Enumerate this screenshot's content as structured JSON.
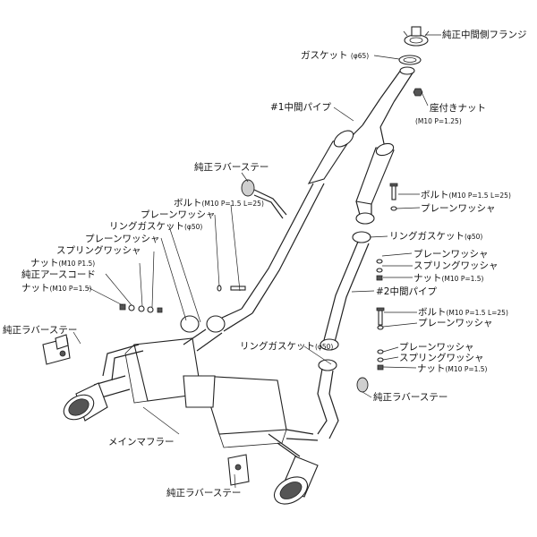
{
  "labels": {
    "flange": "純正中間側フランジ",
    "gasket65_name": "ガスケット",
    "gasket65_spec": "(φ65)",
    "seat_nut_name": "座付きナット",
    "seat_nut_spec": "(M10 P=1.25)",
    "pipe1": "#1中間パイプ",
    "rubber_stay_top": "純正ラバーステー",
    "bolt_left_name": "ボルト",
    "bolt_left_spec": "(M10 P=1.5 L=25)",
    "plain_washer_left": "プレーンワッシャ",
    "ring_gasket_left_name": "リングガスケット",
    "ring_gasket_left_spec": "(φ50)",
    "plain_washer_left2": "プレーンワッシャ",
    "spring_washer_left": "スプリングワッシャ",
    "nut_left_name": "ナット",
    "nut_left_spec": "(M10 P1.5)",
    "earth_cord": "純正アースコード",
    "nut_left2_name": "ナット",
    "nut_left2_spec": "(M10 P=1.5)",
    "bolt_right1_name": "ボルト",
    "bolt_right1_spec": "(M10 P=1.5 L=25)",
    "plain_washer_right1": "プレーンワッシャ",
    "ring_gasket_right_name": "リングガスケット",
    "ring_gasket_right_spec": "(φ50)",
    "plain_washer_right2": "プレーンワッシャ",
    "spring_washer_right1": "スプリングワッシャ",
    "nut_right1_name": "ナット",
    "nut_right1_spec": "(M10 P=1.5)",
    "pipe2": "#2中間パイプ",
    "bolt_right2_name": "ボルト",
    "bolt_right2_spec": "(M10 P=1.5 L=25)",
    "plain_washer_right3": "プレーンワッシャ",
    "rubber_stay_left": "純正ラバーステー",
    "ring_gasket_center_name": "リングガスケット",
    "ring_gasket_center_spec": "(φ50)",
    "plain_washer_right4": "プレーンワッシャ",
    "spring_washer_right2": "スプリングワッシャ",
    "nut_right2_name": "ナット",
    "nut_right2_spec": "(M10 P=1.5)",
    "rubber_stay_right": "純正ラバーステー",
    "main_muffler": "メインマフラー",
    "rubber_stay_bottom": "純正ラバーステー"
  }
}
